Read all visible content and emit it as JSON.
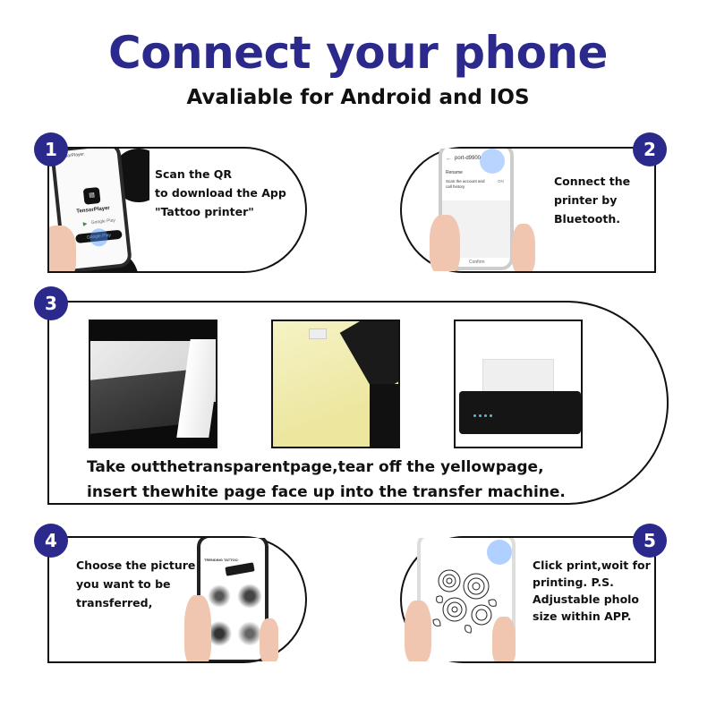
{
  "header": {
    "title": "Connect your phone",
    "subtitle": "Avaliable for Android and IOS"
  },
  "steps": [
    {
      "number": "1",
      "lines": [
        "Scan the QR",
        "to download the App",
        "\"Tattoo printer\""
      ]
    },
    {
      "number": "2",
      "lines": [
        "Connect the",
        "printer by",
        "Bluetooth."
      ]
    },
    {
      "number": "3",
      "lines": [
        "Take outthetransparentpage,tear off the yellowpage,",
        "insert thewhite page face up into the transfer machine."
      ]
    },
    {
      "number": "4",
      "lines": [
        "Choose the picture",
        "you want to be",
        "transferred,"
      ]
    },
    {
      "number": "5",
      "lines": [
        "Click print,woit for",
        "printing. P.S.",
        "Adjustable pholo",
        "size within APP."
      ]
    }
  ],
  "phone1": {
    "app_name": "TensorPlayer",
    "store": "Google Play",
    "button": "Google Play"
  },
  "phone2": {
    "header": "port-d9900",
    "row1": "Rename",
    "row2": "Scan the account and call history",
    "row2_right": "ON",
    "footer": "Confirm"
  },
  "phone4": {
    "header": "TRENDING TATTOO"
  },
  "colors": {
    "brand": "#2b2a8c",
    "card_border": "#111111",
    "skin": "#f0c6b0"
  }
}
